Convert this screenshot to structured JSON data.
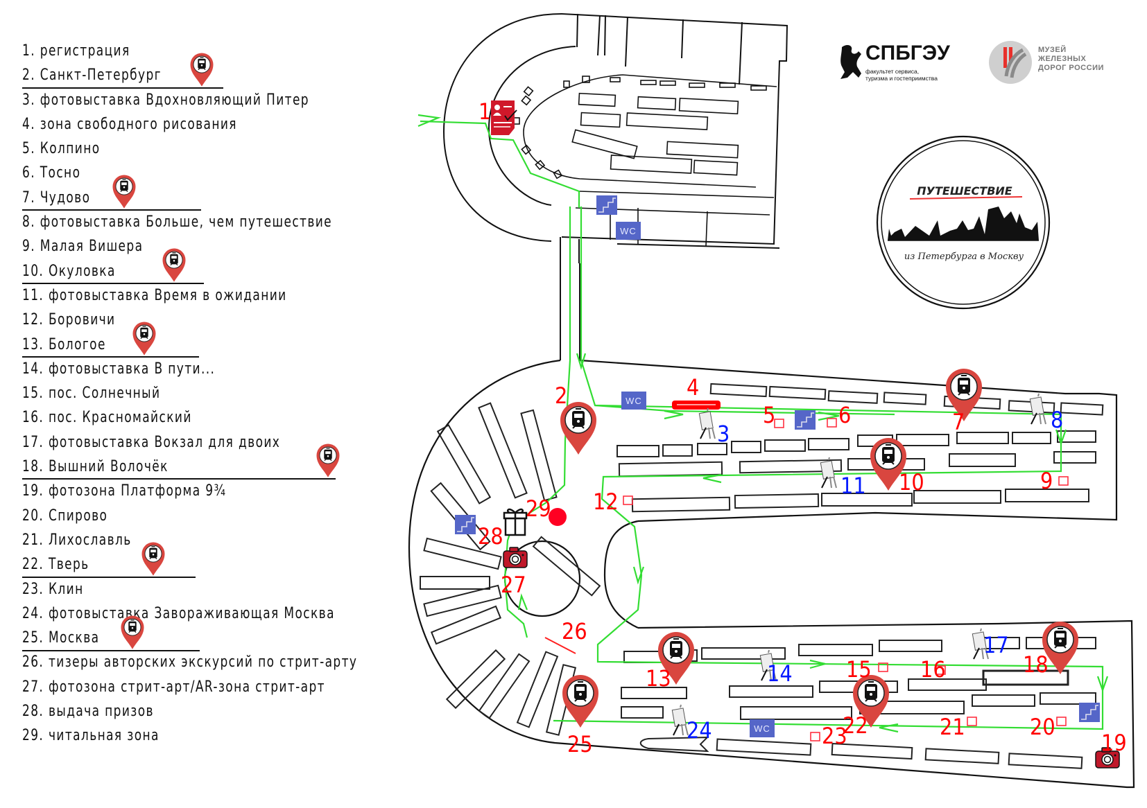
{
  "legend": {
    "items": [
      {
        "num": "1",
        "label": "1. регистрация"
      },
      {
        "num": "2",
        "label": "2. Санкт-Петербург"
      },
      {
        "num": "3",
        "label": "3. фотовыставка Вдохновляющий Питер"
      },
      {
        "num": "4",
        "label": "4. зона свободного рисования"
      },
      {
        "num": "5",
        "label": "5. Колпино"
      },
      {
        "num": "6",
        "label": "6. Тосно"
      },
      {
        "num": "7",
        "label": "7. Чудово"
      },
      {
        "num": "8",
        "label": "8. фотовыставка Больше, чем путешествие"
      },
      {
        "num": "9",
        "label": "9. Малая Вишера"
      },
      {
        "num": "10",
        "label": "10. Окуловка"
      },
      {
        "num": "11",
        "label": "11. фотовыставка Время в ожидании"
      },
      {
        "num": "12",
        "label": "12. Боровичи"
      },
      {
        "num": "13",
        "label": "13. Бологое"
      },
      {
        "num": "14",
        "label": "14. фотовыставка В пути..."
      },
      {
        "num": "15",
        "label": "15. пос. Солнечный"
      },
      {
        "num": "16",
        "label": "16. пос. Красномайский"
      },
      {
        "num": "17",
        "label": "17. фотовыставка Вокзал для двоих"
      },
      {
        "num": "18",
        "label": "18. Вышний Волочёк"
      },
      {
        "num": "19",
        "label": "19. фотозона Платформа 9¾"
      },
      {
        "num": "20",
        "label": "20. Спирово"
      },
      {
        "num": "21",
        "label": "21. Лихославль"
      },
      {
        "num": "22",
        "label": "22. Тверь"
      },
      {
        "num": "23",
        "label": "23. Клин"
      },
      {
        "num": "24",
        "label": "24. фотовыставка Завораживающая Москва"
      },
      {
        "num": "25",
        "label": "25. Москва"
      },
      {
        "num": "26",
        "label": "26. тизеры авторских экскурсий по стрит-арту"
      },
      {
        "num": "27",
        "label": "27. фотозона стрит-арт/AR-зона стрит-арт"
      },
      {
        "num": "28",
        "label": "28. выдача призов"
      },
      {
        "num": "29",
        "label": "29. читальная зона"
      }
    ],
    "groups_with_train_pin": [
      {
        "after_item": "2"
      },
      {
        "after_item": "7"
      },
      {
        "after_item": "10"
      },
      {
        "after_item": "13"
      },
      {
        "after_item": "18"
      },
      {
        "after_item": "22"
      },
      {
        "after_item": "25"
      }
    ]
  },
  "logos": {
    "university": {
      "name": "СПБГЭУ",
      "subtitle_line1": "факультет сервиса,",
      "subtitle_line2": "туризма и гостеприимства"
    },
    "museum": {
      "line1": "МУЗЕЙ",
      "line2": "ЖЕЛЕЗНЫХ",
      "line3": "ДОРОГ РОССИИ"
    }
  },
  "badge": {
    "title": "ПУТЕШЕСТВИЕ",
    "subtitle": "из Петербурга в Москву"
  },
  "map": {
    "wc_label": "WC",
    "colors": {
      "route": "#33dd33",
      "marker_red": "#ff0000",
      "pin": "#d9463f",
      "exhibit_blue": "#0019ff",
      "facility": "#5566c8"
    },
    "labels": {
      "red": [
        "1",
        "2",
        "4",
        "5",
        "6",
        "7",
        "9",
        "10",
        "12",
        "13",
        "15",
        "16",
        "18",
        "19",
        "20",
        "21",
        "22",
        "23",
        "25",
        "26",
        "27",
        "28",
        "29"
      ],
      "blue": [
        "3",
        "8",
        "11",
        "14",
        "17",
        "24"
      ]
    },
    "markers": [
      {
        "num": "1",
        "icon": "registration-icon"
      },
      {
        "num": "2",
        "icon": "train-pin-icon"
      },
      {
        "num": "3",
        "icon": "easel-icon"
      },
      {
        "num": "4",
        "icon": "drawing-zone-bar"
      },
      {
        "num": "5",
        "icon": "station-square"
      },
      {
        "num": "6",
        "icon": "station-square"
      },
      {
        "num": "7",
        "icon": "train-pin-icon"
      },
      {
        "num": "8",
        "icon": "easel-icon"
      },
      {
        "num": "9",
        "icon": "station-square"
      },
      {
        "num": "10",
        "icon": "train-pin-icon"
      },
      {
        "num": "11",
        "icon": "easel-icon"
      },
      {
        "num": "12",
        "icon": "station-square"
      },
      {
        "num": "13",
        "icon": "train-pin-icon"
      },
      {
        "num": "14",
        "icon": "easel-icon"
      },
      {
        "num": "15",
        "icon": "station-square"
      },
      {
        "num": "16",
        "icon": "station-square"
      },
      {
        "num": "17",
        "icon": "easel-icon"
      },
      {
        "num": "18",
        "icon": "train-pin-icon"
      },
      {
        "num": "19",
        "icon": "camera-icon"
      },
      {
        "num": "20",
        "icon": "station-square"
      },
      {
        "num": "21",
        "icon": "station-square"
      },
      {
        "num": "22",
        "icon": "train-pin-icon"
      },
      {
        "num": "23",
        "icon": "station-square"
      },
      {
        "num": "24",
        "icon": "easel-icon"
      },
      {
        "num": "25",
        "icon": "train-pin-icon"
      },
      {
        "num": "26",
        "icon": "red-line"
      },
      {
        "num": "27",
        "icon": "camera-icon"
      },
      {
        "num": "28",
        "icon": "gift-icon"
      },
      {
        "num": "29",
        "icon": "red-dot"
      }
    ]
  }
}
